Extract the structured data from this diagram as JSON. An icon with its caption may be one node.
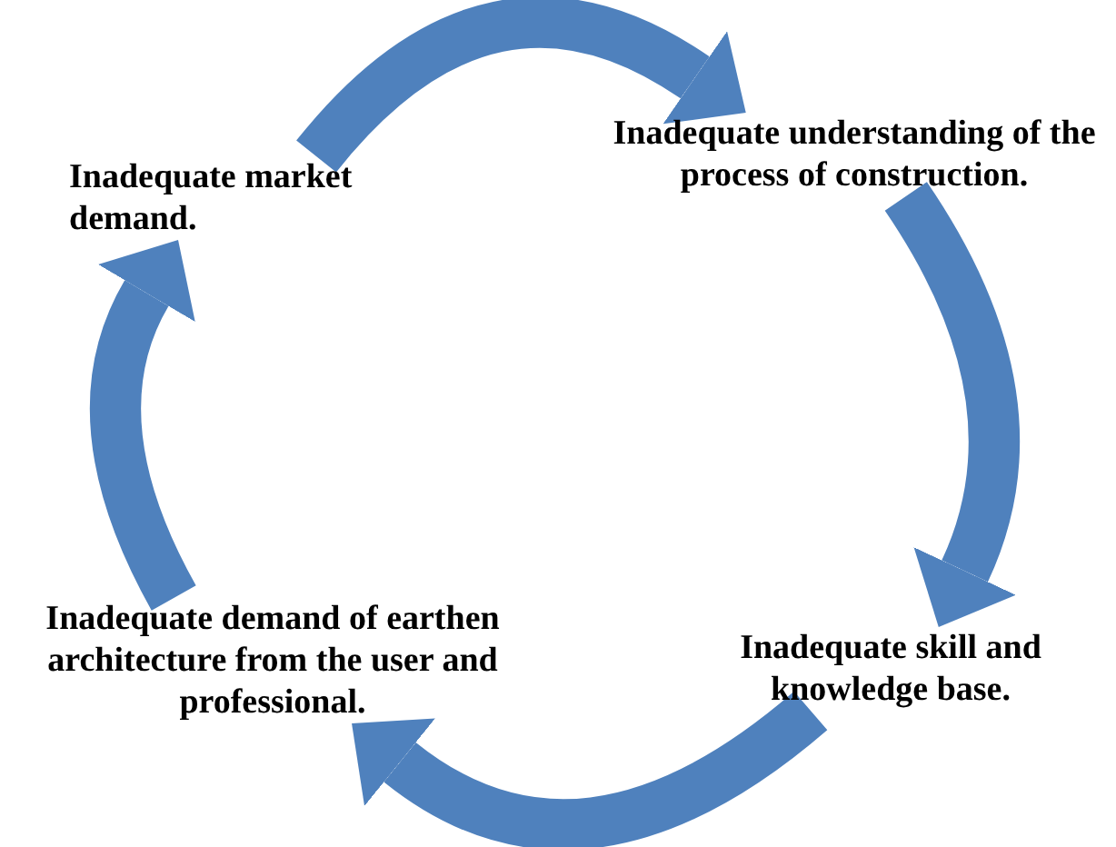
{
  "diagram": {
    "nodes": [
      {
        "text": [
          "Inadequate market demand."
        ]
      },
      {
        "text": [
          "Inadequate understanding of the process of construction."
        ]
      },
      {
        "text": [
          "Inadequate skill and knowledge base."
        ]
      },
      {
        "text": [
          "Inadequate demand of earthen architecture from the user and professional."
        ]
      }
    ],
    "edges": [
      {
        "from": 0,
        "to": 1,
        "arrow": "to"
      },
      {
        "from": 1,
        "to": 2,
        "arrow": "to"
      },
      {
        "from": 2,
        "to": 3,
        "arrow": "to"
      },
      {
        "from": 3,
        "to": 0,
        "arrow": "to"
      }
    ]
  }
}
